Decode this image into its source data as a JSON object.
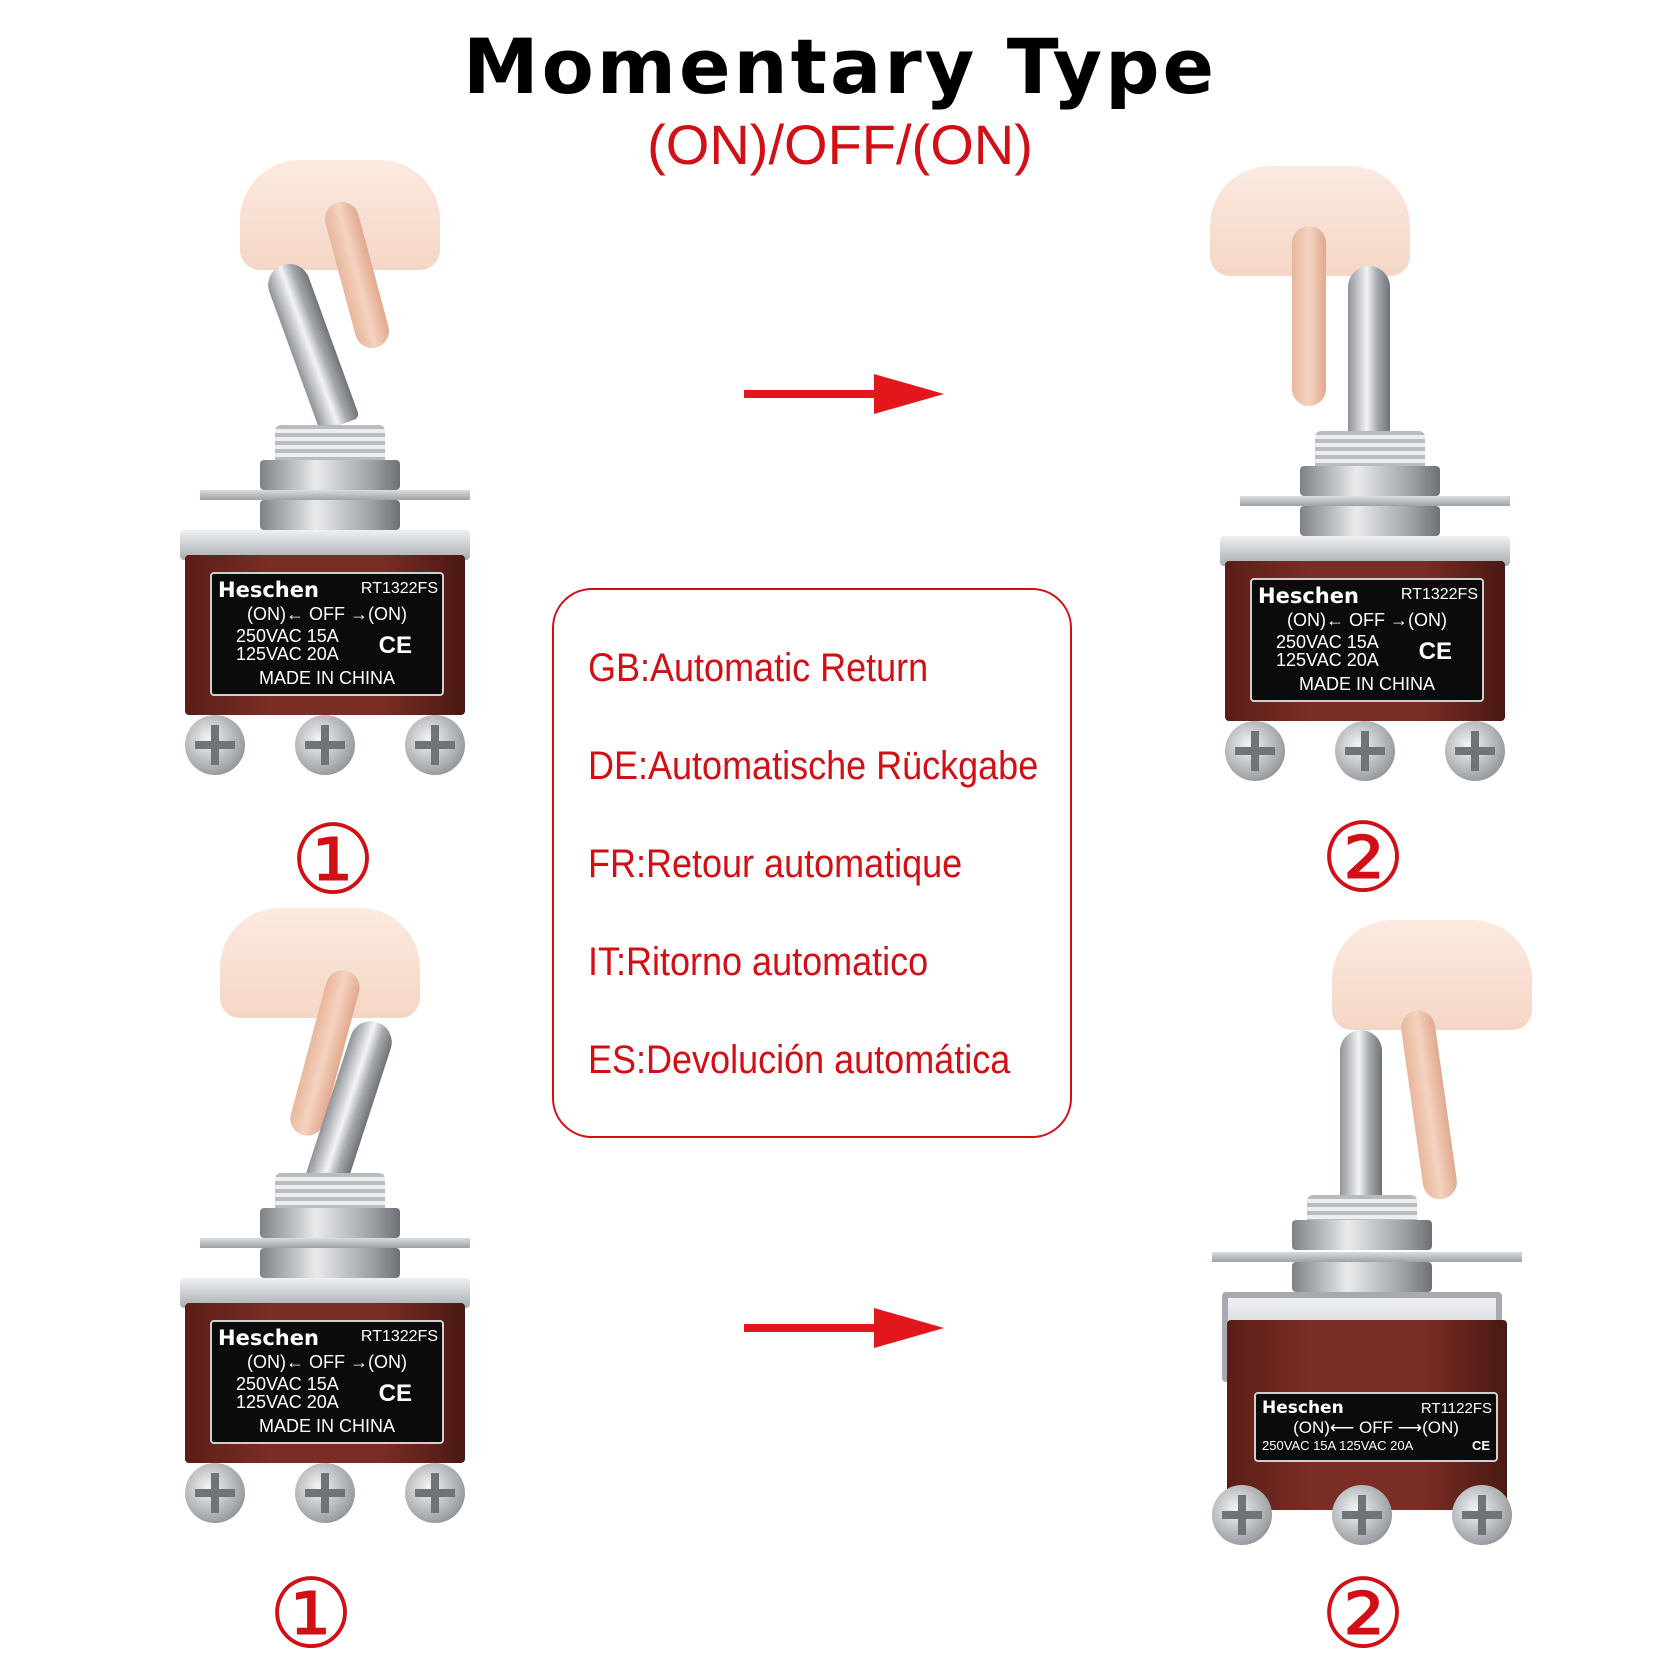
{
  "title": "Momentary Type",
  "subtitle": "(ON)/OFF/(ON)",
  "accent_color": "#d10f14",
  "features": [
    "GB:Automatic Return",
    "DE:Automatische Rückgabe",
    "FR:Retour automatique",
    "IT:Ritorno automatico",
    "ES:Devolución automática"
  ],
  "switches": [
    {
      "step": "①",
      "brand": "Heschen",
      "model": "RT1322FS",
      "function_line": "(ON)← OFF →(ON)",
      "rating_1": "250VAC  15A",
      "rating_2": "125VAC  20A",
      "ce": "CE",
      "origin": "MADE IN CHINA"
    },
    {
      "step": "②",
      "brand": "Heschen",
      "model": "RT1322FS",
      "function_line": "(ON)← OFF →(ON)",
      "rating_1": "250VAC  15A",
      "rating_2": "125VAC  20A",
      "ce": "CE",
      "origin": "MADE IN CHINA"
    },
    {
      "step": "①",
      "brand": "Heschen",
      "model": "RT1322FS",
      "function_line": "(ON)← OFF →(ON)",
      "rating_1": "250VAC  15A",
      "rating_2": "125VAC  20A",
      "ce": "CE",
      "origin": "MADE IN CHINA"
    },
    {
      "step": "②",
      "brand": "Heschen",
      "model": "RT1122FS",
      "function_line": "(ON)⟵ OFF ⟶(ON)",
      "rating_line": "250VAC 15A 125VAC 20A",
      "ce": "CE"
    }
  ]
}
